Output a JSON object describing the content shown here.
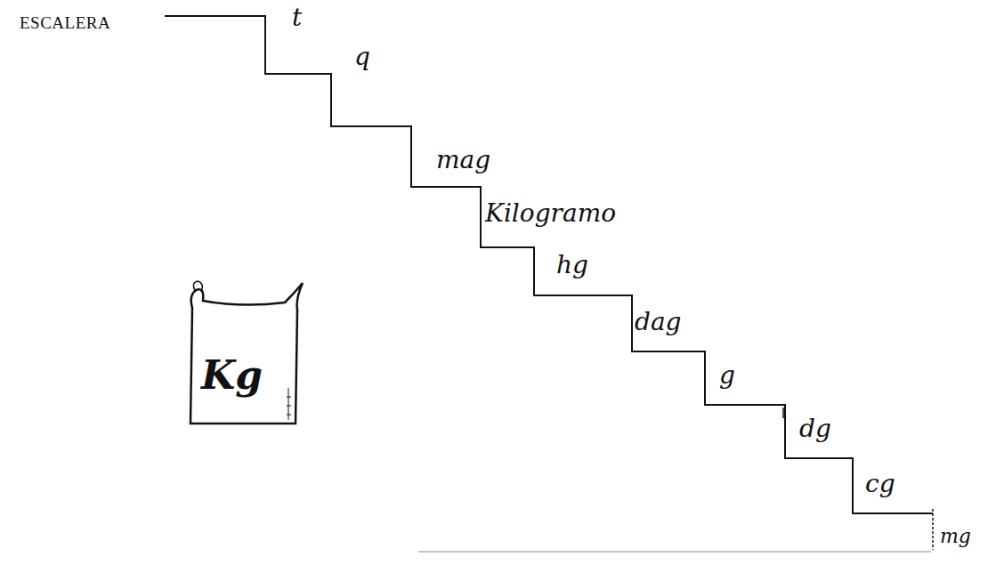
{
  "diagram": {
    "nodes": [
      {
        "text": [
          "Kg"
        ]
      }
    ],
    "labels": [
      "ESCALERA",
      "t",
      "q",
      "mag",
      "Kilogramo",
      "hg",
      "dag",
      "g",
      "dg",
      "cg",
      "mg"
    ]
  }
}
